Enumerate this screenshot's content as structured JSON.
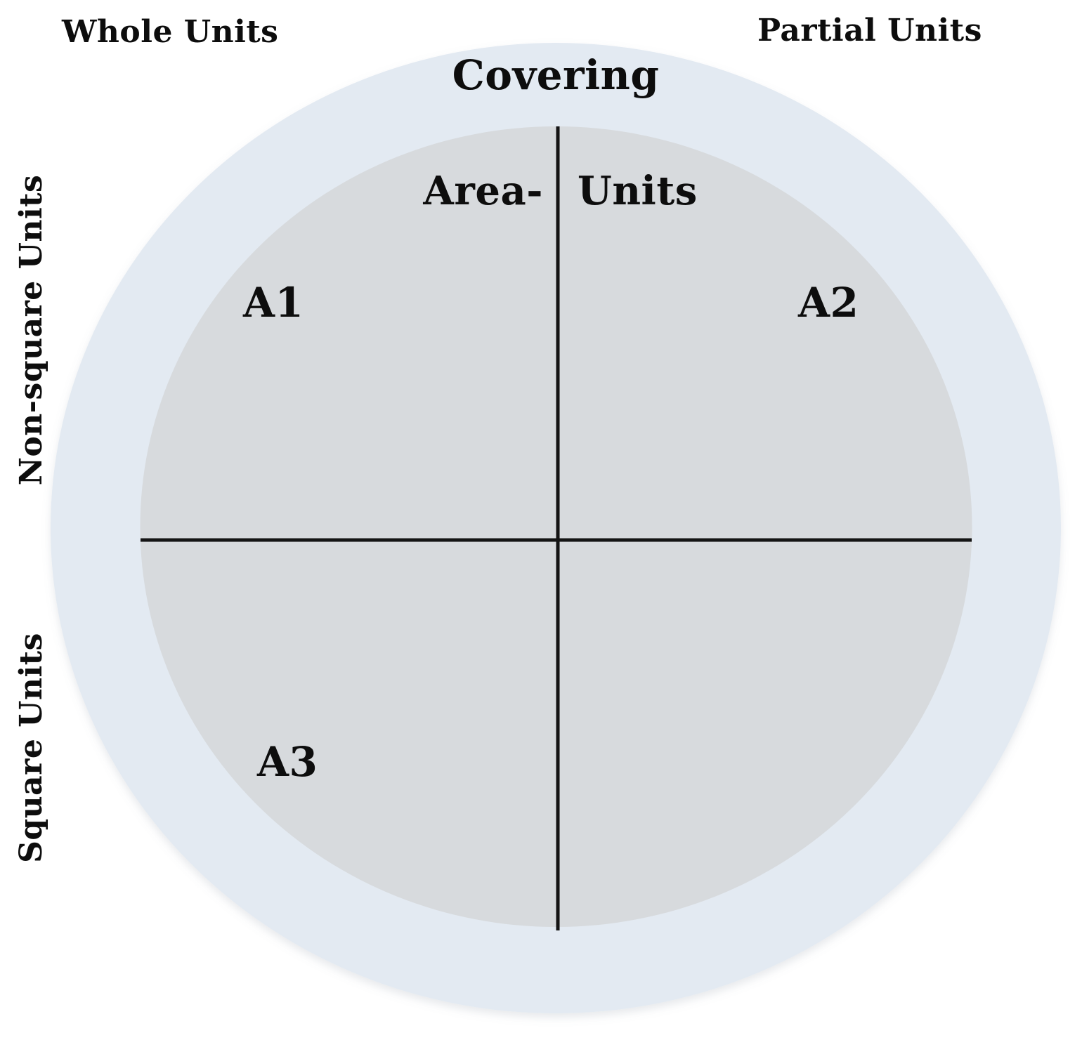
{
  "diagram": {
    "title": "Covering",
    "top_left_label": "Whole Units",
    "top_right_label": "Partial Units",
    "left_upper_label": "Non-square Units",
    "left_lower_label": "Square Units",
    "center_label_left": "Area-",
    "center_label_right": "Units",
    "quadrants": {
      "top_left": "A1",
      "top_right": "A2",
      "bottom_left": "A3",
      "bottom_right": ""
    },
    "colors": {
      "outer_ellipse": "#e3eaf2",
      "inner_ellipse": "#d7dadd",
      "axis_line": "#141414",
      "text": "#0d0d0d",
      "background": "#ffffff"
    }
  }
}
